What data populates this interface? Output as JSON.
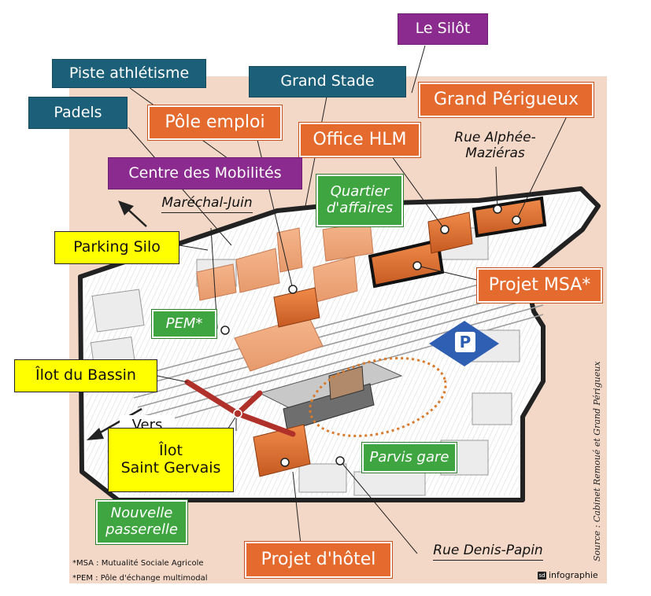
{
  "labels": {
    "le_silot": "Le Silôt",
    "piste_athletisme": "Piste athlétisme",
    "grand_stade": "Grand Stade",
    "padels": "Padels",
    "pole_emploi": "Pôle emploi",
    "grand_perigueux": "Grand Périgueux",
    "office_hlm": "Office HLM",
    "rue_alphee_line1": "Rue Alphée-",
    "rue_alphee_line2": "Maziéras",
    "centre_mobilites": "Centre des Mobilités",
    "quartier_affaires_line1": "Quartier",
    "quartier_affaires_line2": "d'affaires",
    "marechal_juin": "Maréchal-Juin",
    "parking_silo": "Parking Silo",
    "projet_msa": "Projet MSA*",
    "pem": "PEM*",
    "ilot_bassin": "Îlot du Bassin",
    "vers": "Vers",
    "ilot_saint_gervais_line1": "Îlot",
    "ilot_saint_gervais_line2": "Saint Gervais",
    "parvis_gare": "Parvis gare",
    "nouvelle_passerelle_line1": "Nouvelle",
    "nouvelle_passerelle_line2": "passerelle",
    "rue_denis_papin": "Rue Denis-Papin",
    "projet_hotel": "Projet d'hôtel",
    "parking_symbol": "P"
  },
  "footnotes": {
    "msa": "*MSA : Mutualité Sociale Agricole",
    "pem": "*PEM : Pôle d'échange multimodal"
  },
  "source": "Source : Cabinet Remoué et Grand Périgueux",
  "brand": {
    "icon": "sd",
    "name": "infographie"
  },
  "colors": {
    "navy": "#1c5f78",
    "purple": "#8b2a8f",
    "orange": "#e46a2e",
    "yellow": "#ffff00",
    "green": "#3fa540",
    "parking_blue": "#2f5fb3",
    "map_background": "#f3d8c8"
  },
  "icons": {
    "north_arrow": "arrow-up-left-icon",
    "direction_arrow": "arrow-left-icon",
    "parking": "parking-icon"
  }
}
